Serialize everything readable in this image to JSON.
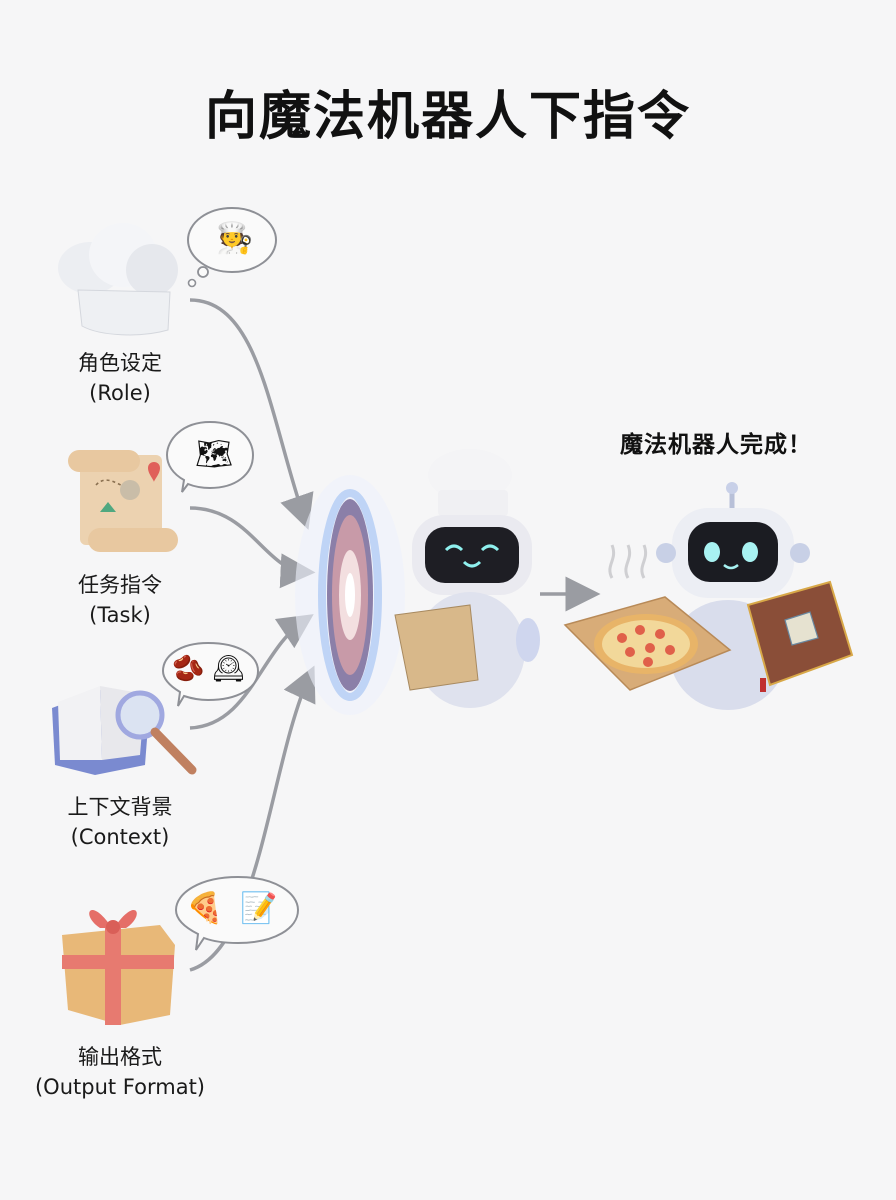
{
  "title": "向魔法机器人下指令",
  "inputs": [
    {
      "id": "role",
      "label_zh": "角色设定",
      "label_en": "(Role)",
      "icon": "chef-hat-icon",
      "bubble_type": "thought",
      "bubble_icons": [
        "chef-person-emoji"
      ],
      "bubble_glyphs": [
        "🧑‍🍳"
      ]
    },
    {
      "id": "task",
      "label_zh": "任务指令",
      "label_en": "(Task)",
      "icon": "treasure-map-scroll-icon",
      "bubble_type": "speech",
      "bubble_icons": [
        "map-emoji"
      ],
      "bubble_glyphs": [
        "🗺"
      ]
    },
    {
      "id": "context",
      "label_zh": "上下文背景",
      "label_en": "(Context)",
      "icon": "book-magnifier-icon",
      "bubble_type": "speech",
      "bubble_icons": [
        "ingredients-emoji",
        "clock-emoji"
      ],
      "bubble_glyphs": [
        "🫘",
        "🕰"
      ]
    },
    {
      "id": "format",
      "label_zh": "输出格式",
      "label_en": "(Output Format)",
      "icon": "gift-box-icon",
      "bubble_type": "speech",
      "bubble_icons": [
        "pizza-emoji",
        "memo-pencil-emoji"
      ],
      "bubble_glyphs": [
        "🍕",
        "📝"
      ]
    }
  ],
  "portal": {
    "name": "magic-portal"
  },
  "robot_input": {
    "name": "chef-robot-with-map"
  },
  "result": {
    "label": "魔法机器人完成！",
    "robot": "robot-with-pizza-and-book"
  },
  "colors": {
    "background": "#f6f6f7",
    "arrow": "#9a9ca2",
    "portal_glow": "#a8c4f0",
    "text": "#111111"
  }
}
